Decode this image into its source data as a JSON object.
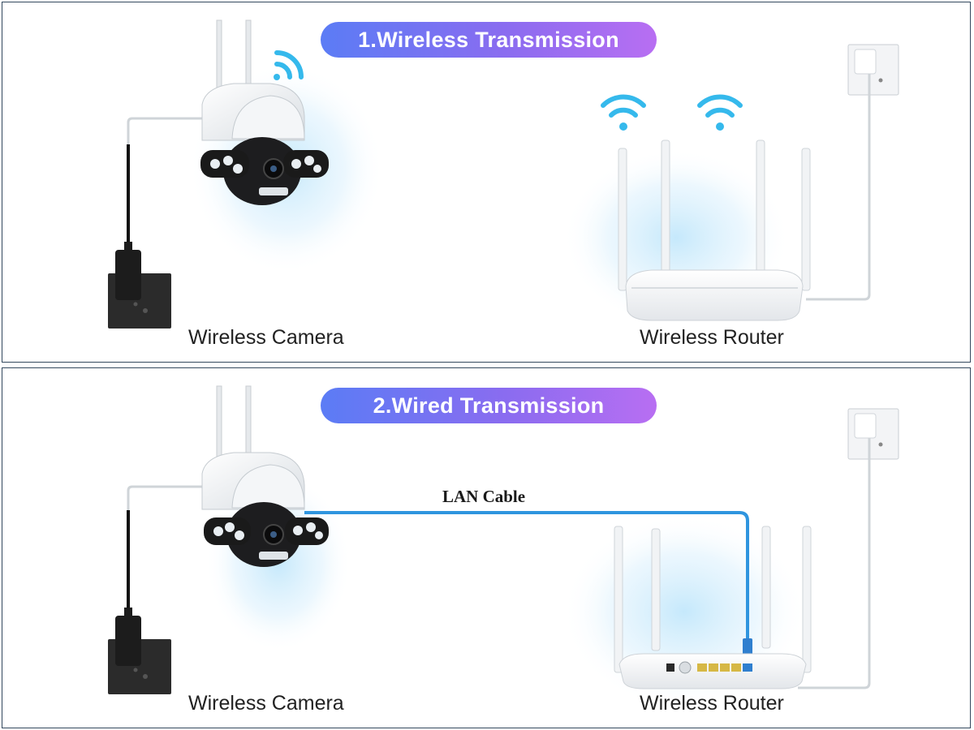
{
  "panels": [
    {
      "title": "1.Wireless Transmission",
      "camera_label": "Wireless Camera",
      "router_label": "Wireless Router"
    },
    {
      "title": "2.Wired Transmission",
      "camera_label": "Wireless Camera",
      "router_label": "Wireless Router",
      "cable_label": "LAN Cable"
    }
  ],
  "colors": {
    "pill_start": "#5b7cf5",
    "pill_end": "#b86ef2",
    "wifi": "#35b9ec",
    "lan_cable": "#2f95df",
    "border": "#33485e"
  },
  "icons": [
    "wifi-signal-icon",
    "ip-camera-icon",
    "wireless-router-icon",
    "wall-socket-icon",
    "power-adapter-icon",
    "lan-cable-icon"
  ]
}
